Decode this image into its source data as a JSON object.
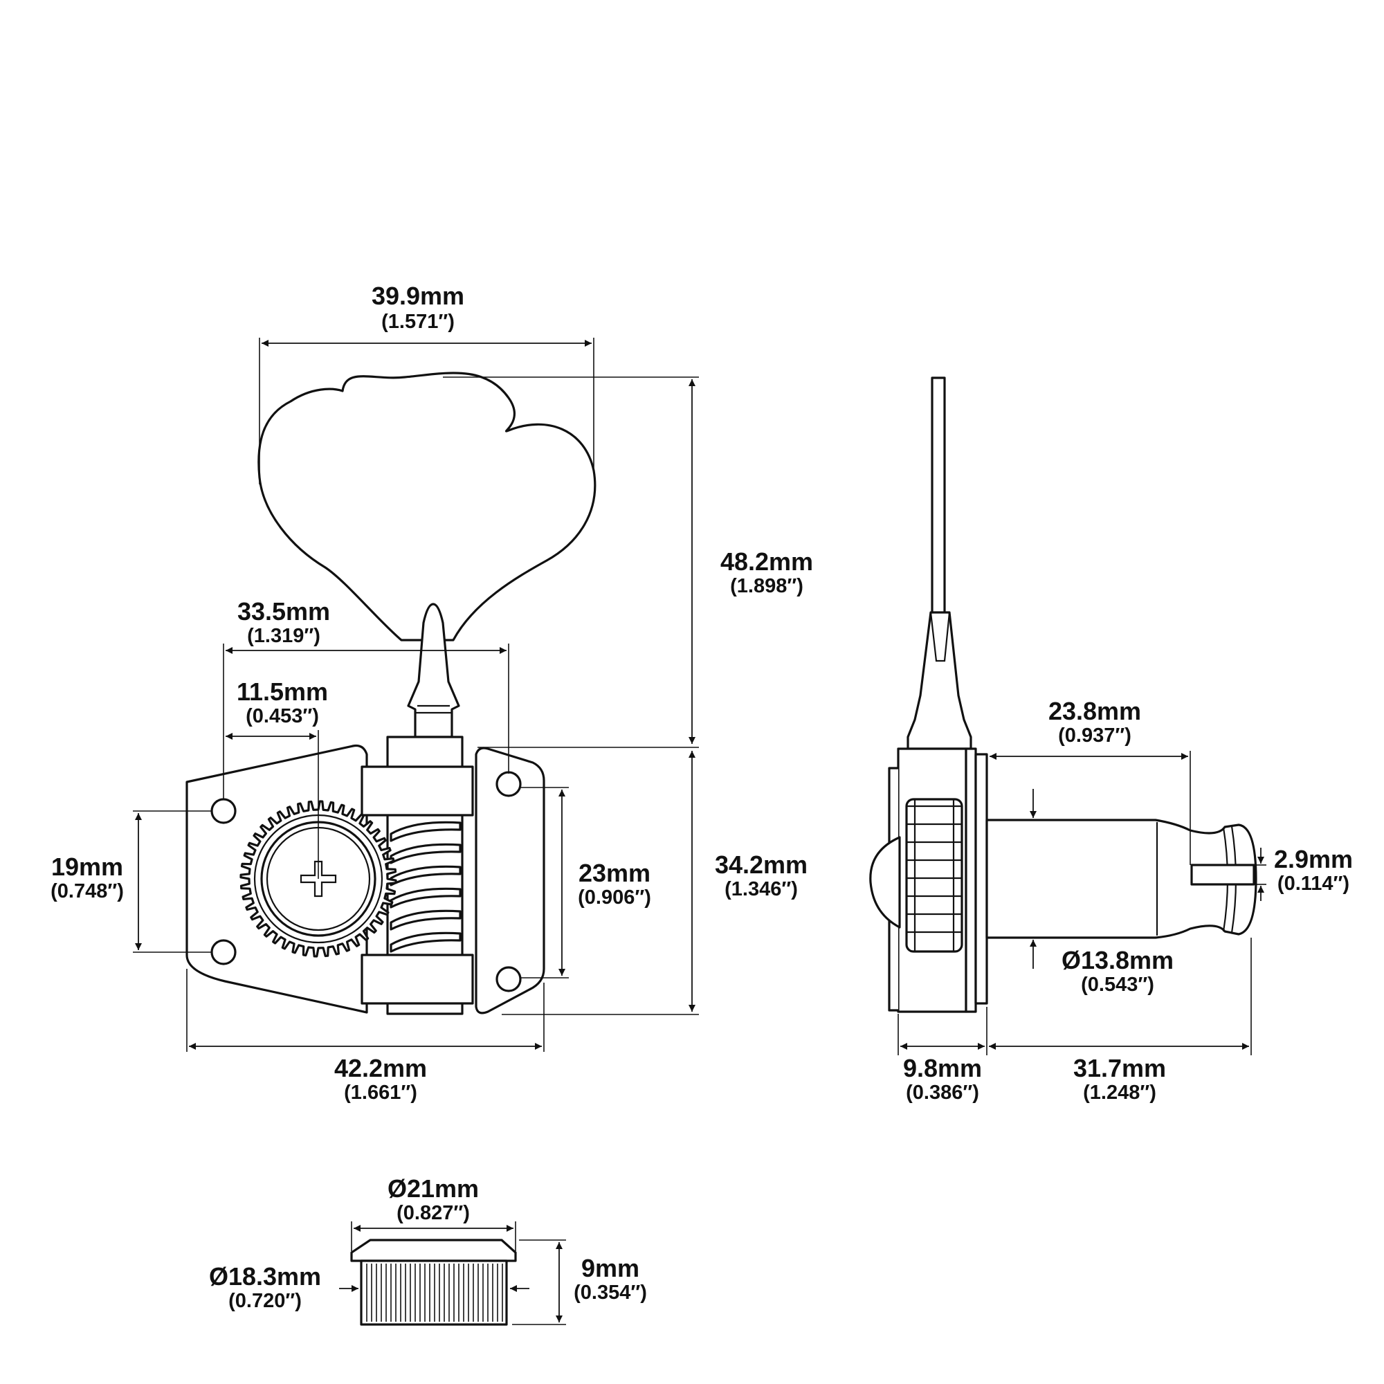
{
  "colors": {
    "line": "#111111",
    "background": "#ffffff"
  },
  "icons": {
    "front_view": "tuning-machine-front-view",
    "side_view": "tuning-machine-side-view",
    "bushing": "bushing-nut-view"
  },
  "dimensions": {
    "button_width": {
      "mm": "39.9mm",
      "inch": "(1.571″)"
    },
    "button_height": {
      "mm": "48.2mm",
      "inch": "(1.898″)"
    },
    "hole_spacing": {
      "mm": "33.5mm",
      "inch": "(1.319″)"
    },
    "hole_to_post": {
      "mm": "11.5mm",
      "inch": "(0.453″)"
    },
    "left_holes": {
      "mm": "19mm",
      "inch": "(0.748″)"
    },
    "right_holes": {
      "mm": "23mm",
      "inch": "(0.906″)"
    },
    "plate_height": {
      "mm": "34.2mm",
      "inch": "(1.346″)"
    },
    "plate_width": {
      "mm": "42.2mm",
      "inch": "(1.661″)"
    },
    "post_length": {
      "mm": "23.8mm",
      "inch": "(0.937″)"
    },
    "slot_width": {
      "mm": "2.9mm",
      "inch": "(0.114″)"
    },
    "post_diameter": {
      "mm": "Ø13.8mm",
      "inch": "(0.543″)"
    },
    "body_depth": {
      "mm": "9.8mm",
      "inch": "(0.386″)"
    },
    "post_overall": {
      "mm": "31.7mm",
      "inch": "(1.248″)"
    },
    "bushing_flange": {
      "mm": "Ø21mm",
      "inch": "(0.827″)"
    },
    "bushing_body": {
      "mm": "Ø18.3mm",
      "inch": "(0.720″)"
    },
    "bushing_height": {
      "mm": "9mm",
      "inch": "(0.354″)"
    }
  }
}
